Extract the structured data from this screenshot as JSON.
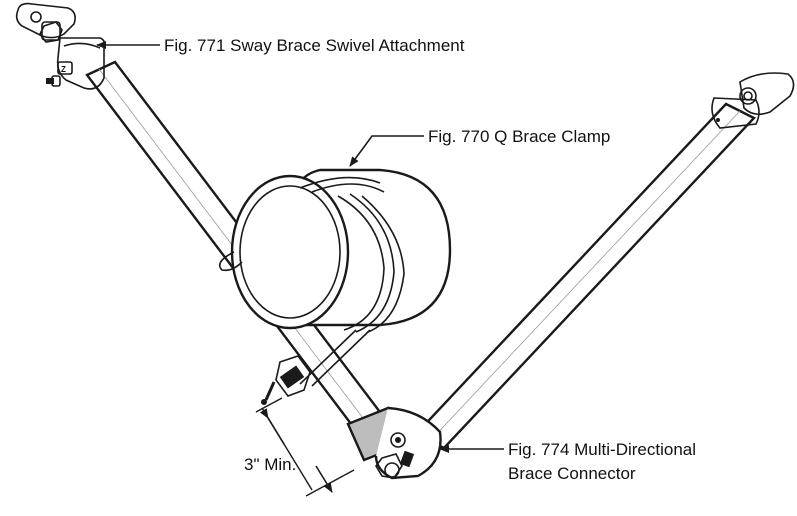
{
  "labels": {
    "swivel_attachment": "Fig. 771 Sway Brace Swivel Attachment",
    "brace_clamp": "Fig. 770 Q Brace Clamp",
    "connector_line1": "Fig. 774 Multi-Directional",
    "connector_line2": "Brace Connector",
    "min_distance": "3\" Min."
  },
  "colors": {
    "line": "#1a1a1a",
    "fill": "#ffffff",
    "connector_shade": "#bdbdbd"
  }
}
